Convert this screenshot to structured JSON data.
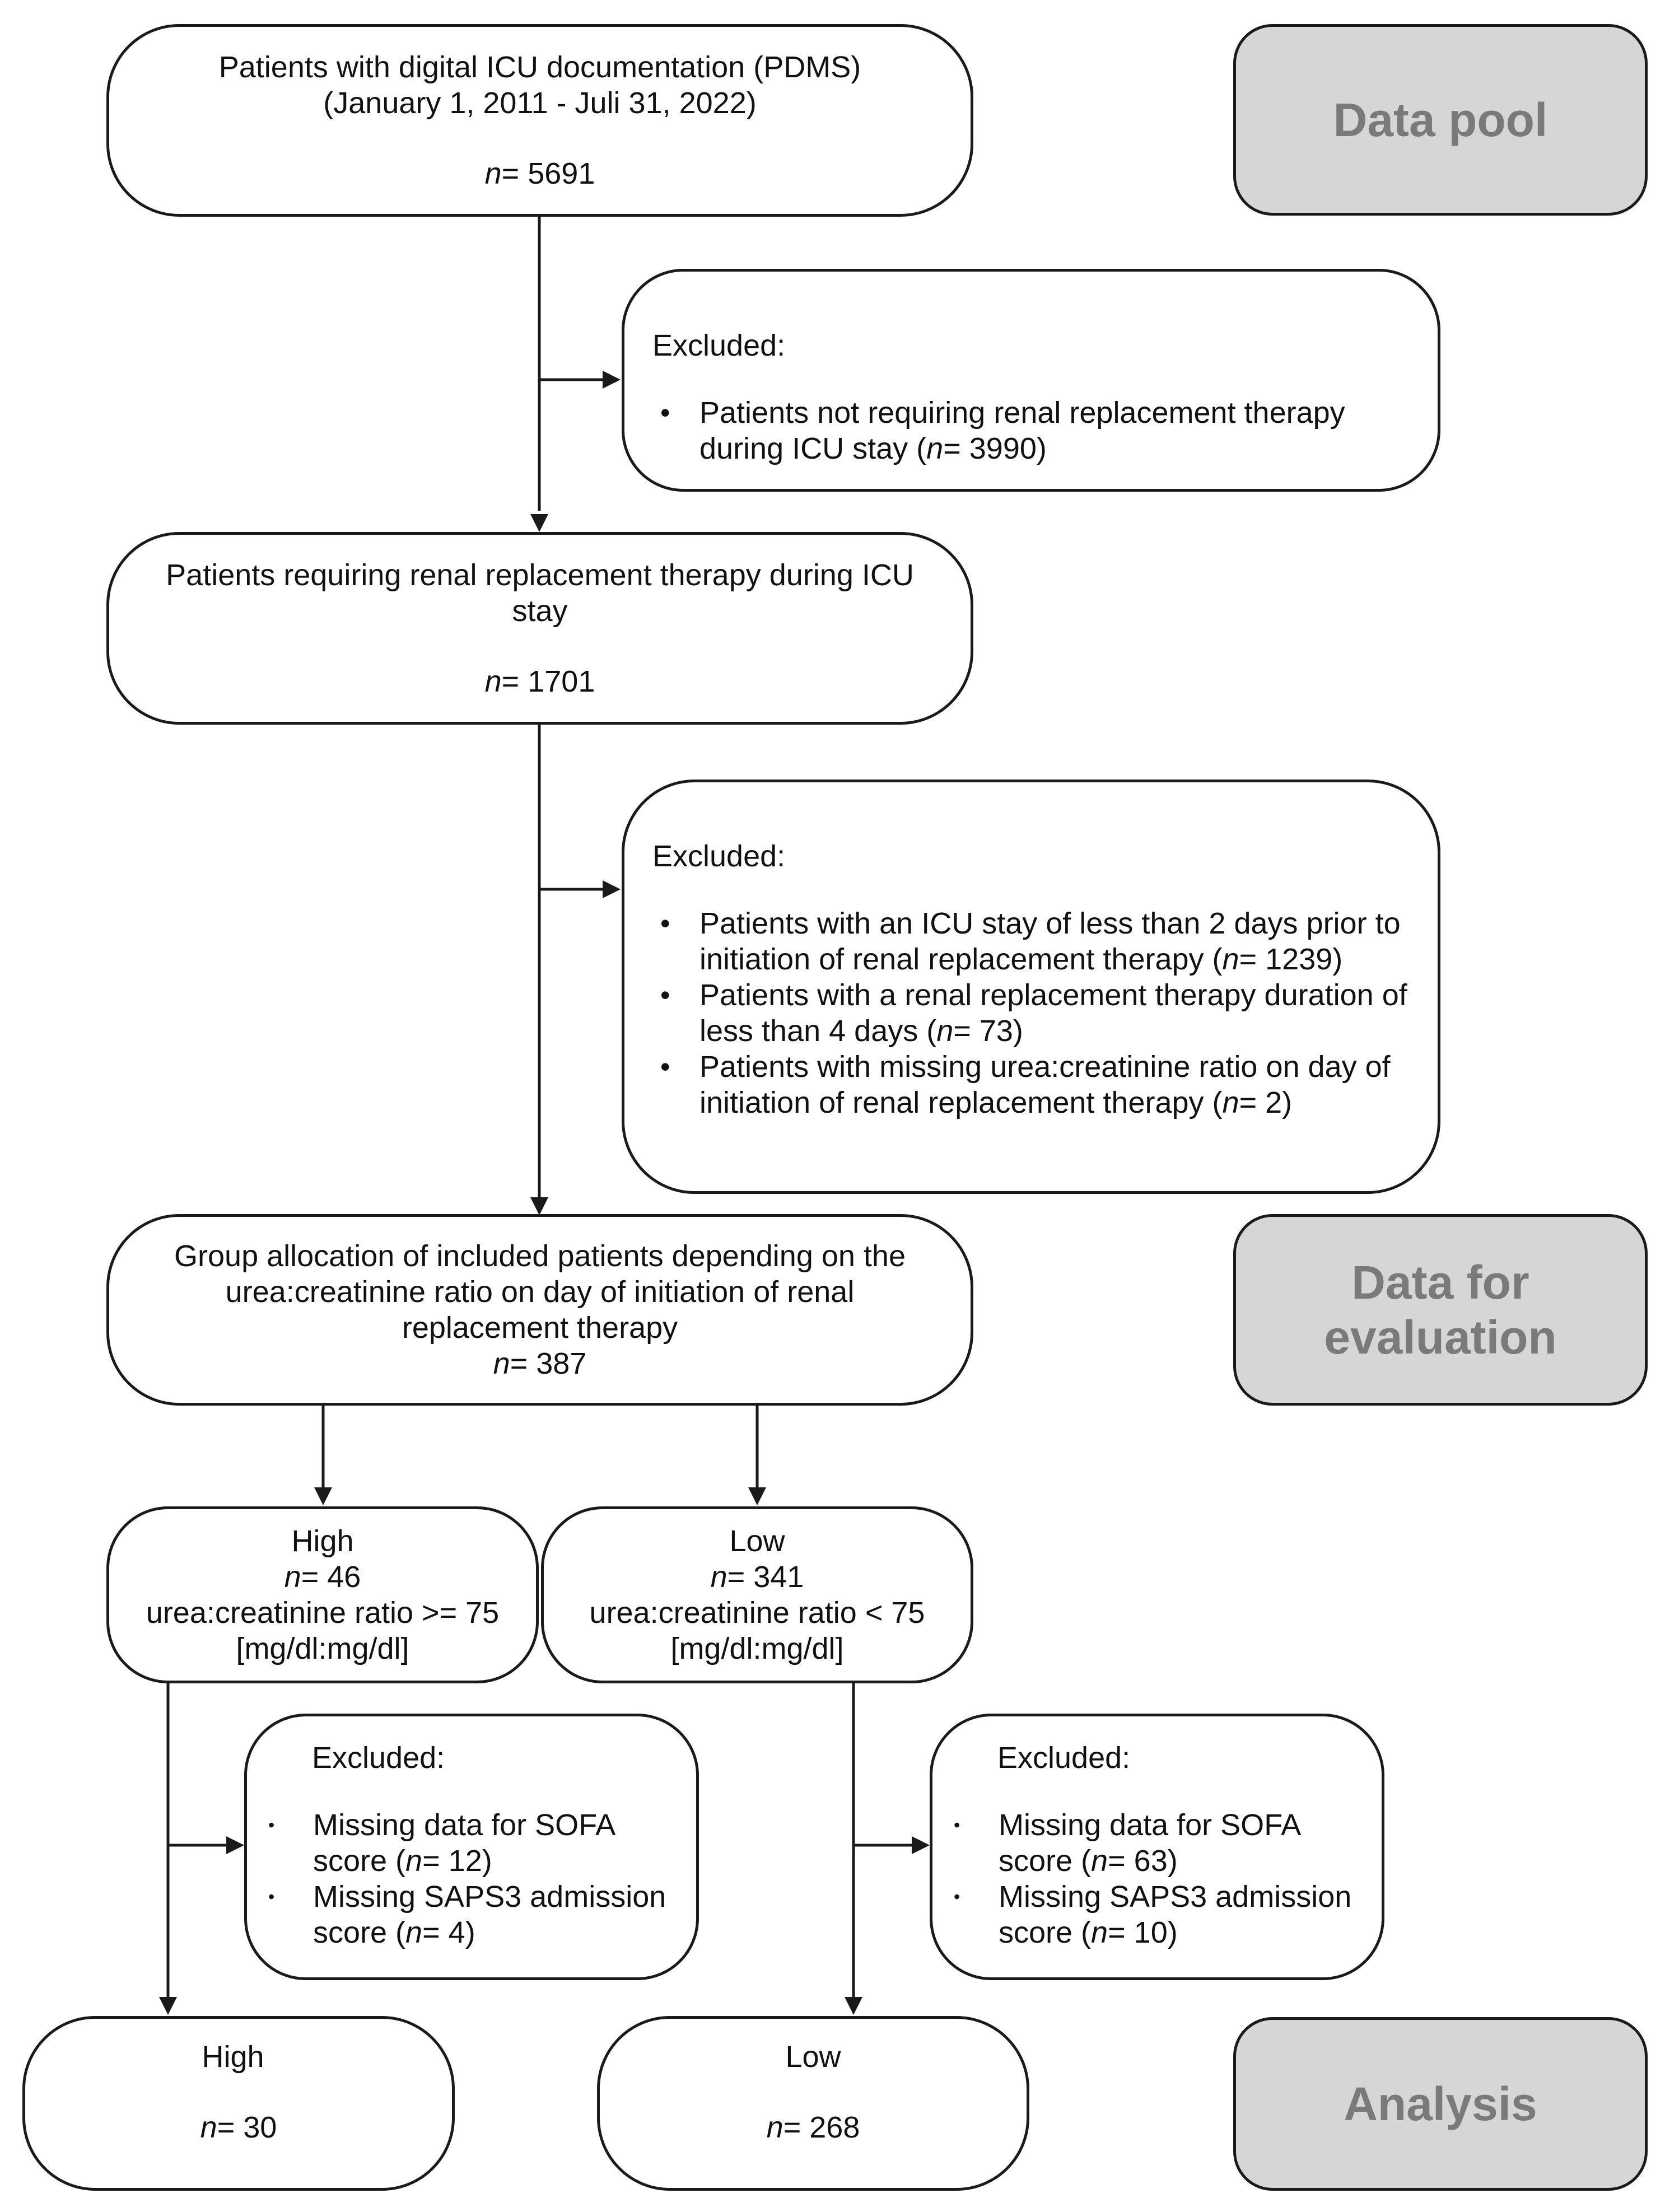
{
  "stages": {
    "data_pool": "Data pool",
    "data_for_evaluation": "Data for evaluation",
    "analysis": "Analysis"
  },
  "n_prefix": "n",
  "n_suffix": "=",
  "box_total": {
    "line1": "Patients with digital ICU documentation (PDMS)",
    "line2": "(January 1, 2011 - Juli 31, 2022)",
    "n": "5691"
  },
  "excluded_1": {
    "heading": "Excluded:",
    "items": [
      {
        "text": "Patients not requiring renal replacement therapy during ICU stay (",
        "n": "3990",
        "close": ")"
      }
    ]
  },
  "box_rrt": {
    "line1": "Patients requiring renal replacement therapy during ICU stay",
    "n": "1701"
  },
  "excluded_2": {
    "heading": "Excluded:",
    "items": [
      {
        "text": "Patients with an ICU stay of less than 2 days prior to initiation of renal replacement therapy (",
        "n": "1239",
        "close": ")"
      },
      {
        "text": "Patients with a renal replacement therapy duration of less than 4 days (",
        "n": "73",
        "close": ")"
      },
      {
        "text": "Patients with missing urea:creatinine ratio on day of initiation of renal replacement therapy (",
        "n": "2",
        "close": ")"
      }
    ]
  },
  "box_groups": {
    "line1": "Group allocation of included patients depending on the urea:creatinine ratio on day of initiation of renal replacement therapy",
    "n": "387"
  },
  "group_high": {
    "label": "High",
    "n": "46",
    "ratio": "urea:creatinine ratio >= 75",
    "unit": "[mg/dl:mg/dl]"
  },
  "group_low": {
    "label": "Low",
    "n": "341",
    "ratio": "urea:creatinine ratio < 75",
    "unit": "[mg/dl:mg/dl]"
  },
  "excluded_high": {
    "heading": "Excluded:",
    "items": [
      {
        "text": "Missing data for SOFA score (",
        "n": "12",
        "close": ")"
      },
      {
        "text": "Missing SAPS3 admission score (",
        "n": "4",
        "close": ")"
      }
    ]
  },
  "excluded_low": {
    "heading": "Excluded:",
    "items": [
      {
        "text": "Missing data for SOFA score (",
        "n": "63",
        "close": ")"
      },
      {
        "text": "Missing SAPS3 admission score (",
        "n": "10",
        "close": ")"
      }
    ]
  },
  "final_high": {
    "label": "High",
    "n": "30"
  },
  "final_low": {
    "label": "Low",
    "n": "268"
  }
}
